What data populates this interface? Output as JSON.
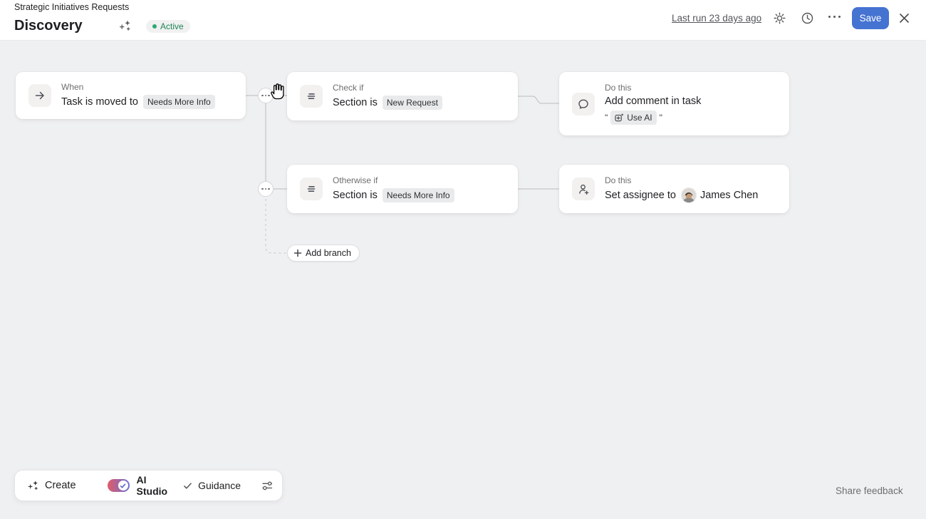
{
  "header": {
    "breadcrumb": "Strategic Initiatives Requests",
    "title": "Discovery",
    "status": "Active",
    "last_run": "Last run 23 days ago",
    "save": "Save"
  },
  "flow": {
    "trigger": {
      "label": "When",
      "text": "Task is moved to",
      "chip": "Needs More Info"
    },
    "branch1": {
      "label": "Check if",
      "text": "Section is",
      "chip": "New Request"
    },
    "action1": {
      "label": "Do this",
      "text": "Add comment in task",
      "open_quote": "\"",
      "ai_chip": "Use AI",
      "close_quote": "\""
    },
    "branch2": {
      "label": "Otherwise if",
      "text": "Section is",
      "chip": "Needs More Info"
    },
    "action2": {
      "label": "Do this",
      "text": "Set assignee to",
      "assignee": "James Chen"
    },
    "add_branch": "Add branch"
  },
  "toolbar": {
    "create": "Create",
    "ai_studio": "AI Studio",
    "guidance": "Guidance"
  },
  "footer": {
    "share_feedback": "Share feedback"
  },
  "icons": {
    "trigger": "arrow-right",
    "branch": "section-lines",
    "comment": "speech-bubble",
    "assignee": "person-add",
    "ai": "sparkles",
    "handles": "ellipsis"
  },
  "colors": {
    "accent_blue": "#4573d2",
    "active_green": "#1e8659",
    "active_dot": "#2ea873",
    "ai_gradient_start": "#e05c66",
    "ai_gradient_end": "#6a6fd8",
    "canvas_bg": "#eff0f2"
  }
}
